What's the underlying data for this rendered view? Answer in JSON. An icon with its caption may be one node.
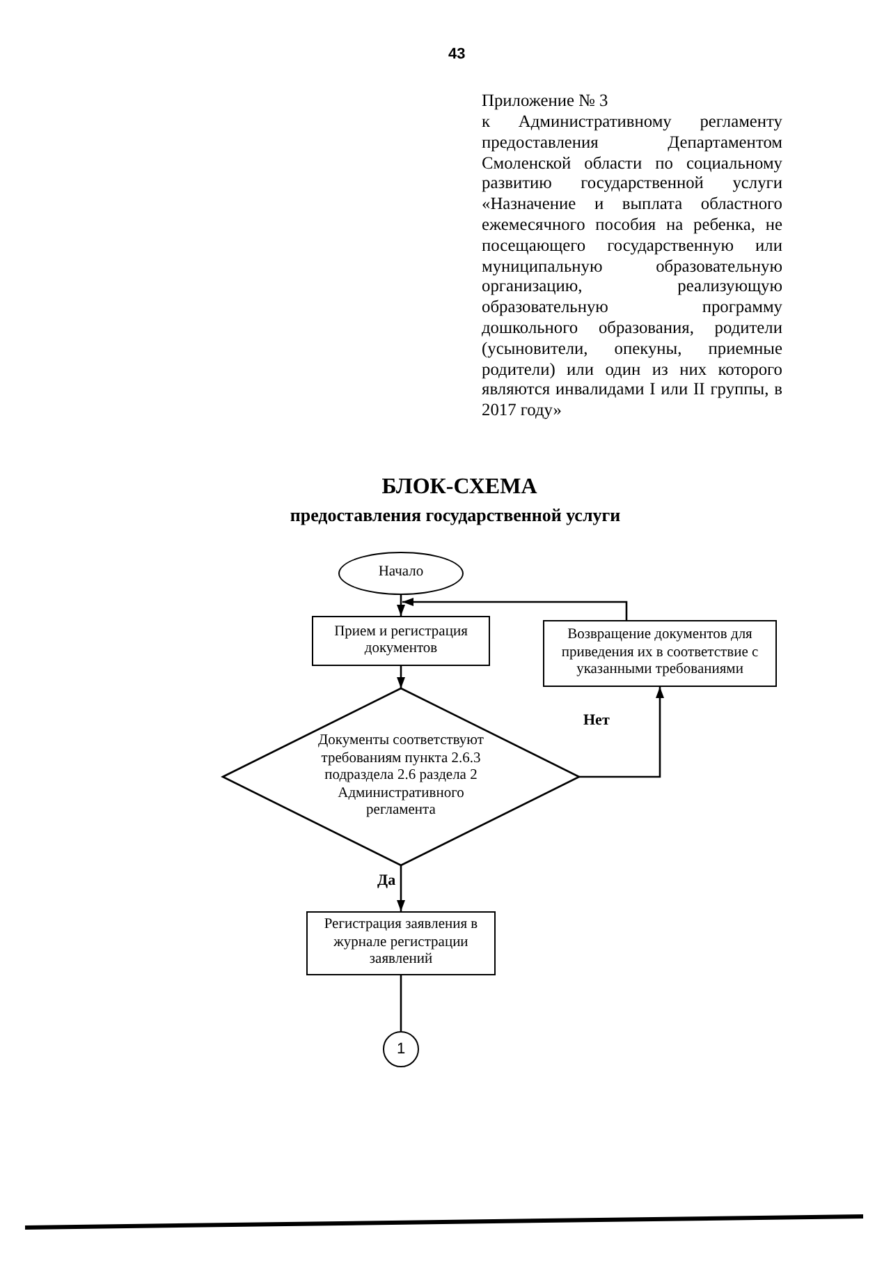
{
  "diagram": {
    "title": "БЛОК-СХЕМА",
    "nodes": [
      {
        "text": [
          "Начало"
        ]
      },
      {
        "text": [
          "Прием и регистрация документов"
        ]
      },
      {
        "text": [
          "Возвращение документов для приведения их в соответствие с указанными требованиями"
        ]
      },
      {
        "text": [
          "Документы соответствуют требованиям пункта 2.6.3 подраздела 2.6 раздела 2 Административного регламента"
        ]
      },
      {
        "text": [
          "Регистрация заявления в журнале регистрации заявлений"
        ]
      },
      {
        "text": [
          "1"
        ]
      }
    ],
    "edges": [
      {
        "from": 0,
        "to": 1,
        "arrow": "to"
      },
      {
        "from": 1,
        "to": 3,
        "arrow": "to"
      },
      {
        "from": 3,
        "to": 2,
        "arrow": "to",
        "label": "Нет"
      },
      {
        "from": 2,
        "to": 1,
        "arrow": "to"
      },
      {
        "from": 3,
        "to": 4,
        "arrow": "to",
        "label": "Да"
      },
      {
        "from": 4,
        "to": 5,
        "arrow": "none"
      }
    ],
    "labels": [
      "43",
      "Приложение № 3",
      "к Административному регламенту предоставления Департаментом Смоленской области по социальному развитию государственной услуги «Назначение и выплата областного ежемесячного пособия на ребенка, не посещающего государственную или муниципальную образовательную организацию, реализующую образовательную программу дошкольного образования, родители (усыновители, опекуны, приемные родители) или один из них которого являются инвалидами I или II группы, в 2017 году»",
      "предоставления государственной услуги"
    ]
  }
}
